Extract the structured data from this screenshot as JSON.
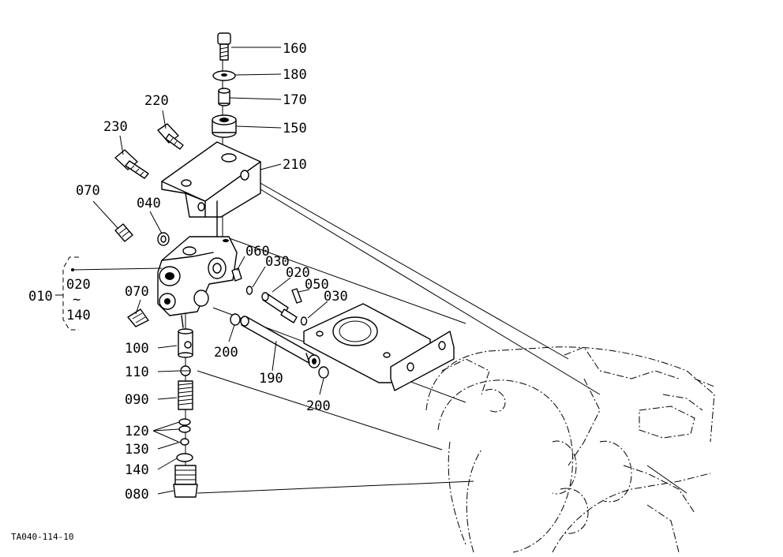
{
  "drawing_code": "TA040-114-10",
  "group": {
    "label": "010",
    "range_start": "020",
    "range_sep": "~",
    "range_end": "140"
  },
  "callouts": {
    "p160": "160",
    "p180": "180",
    "p170": "170",
    "p150": "150",
    "p210": "210",
    "p220": "220",
    "p230": "230",
    "p070a": "070",
    "p040": "040",
    "p060": "060",
    "p030a": "030",
    "p020": "020",
    "p050": "050",
    "p030b": "030",
    "p070b": "070",
    "p100": "100",
    "p110": "110",
    "p090": "090",
    "p120": "120",
    "p130": "130",
    "p140": "140",
    "p080": "080",
    "p200a": "200",
    "p190": "190",
    "p200b": "200"
  }
}
